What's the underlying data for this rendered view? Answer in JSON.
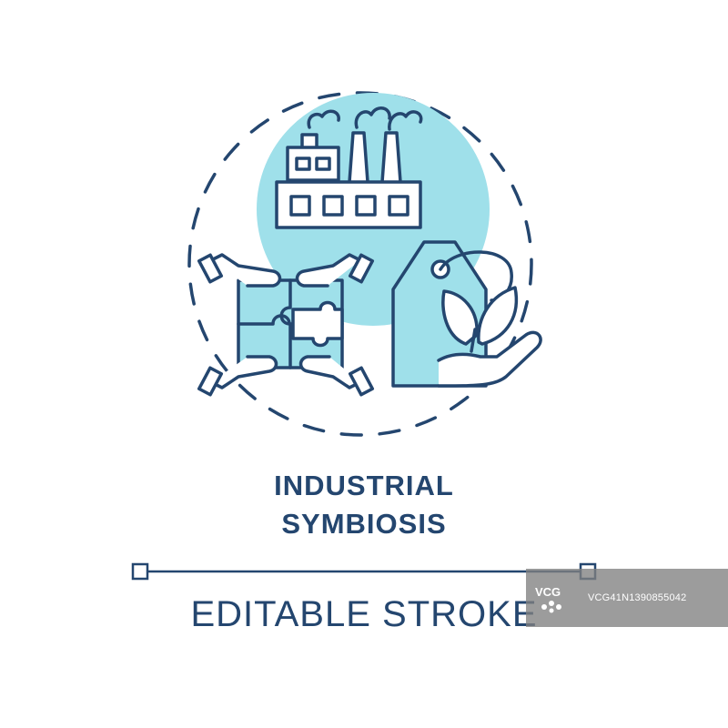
{
  "caption": {
    "line1": "INDUSTRIAL",
    "line2": "SYMBIOSIS"
  },
  "footer": {
    "stroke_label": "EDITABLE STROKE"
  },
  "watermark": {
    "brand": "VCG",
    "image_id": "VCG41N1390855042"
  },
  "icons": [
    "factory-icon",
    "puzzle-hands-icon",
    "eco-tag-icon"
  ],
  "colors": {
    "stroke": "#24466f",
    "fill": "#9fe0ea"
  }
}
